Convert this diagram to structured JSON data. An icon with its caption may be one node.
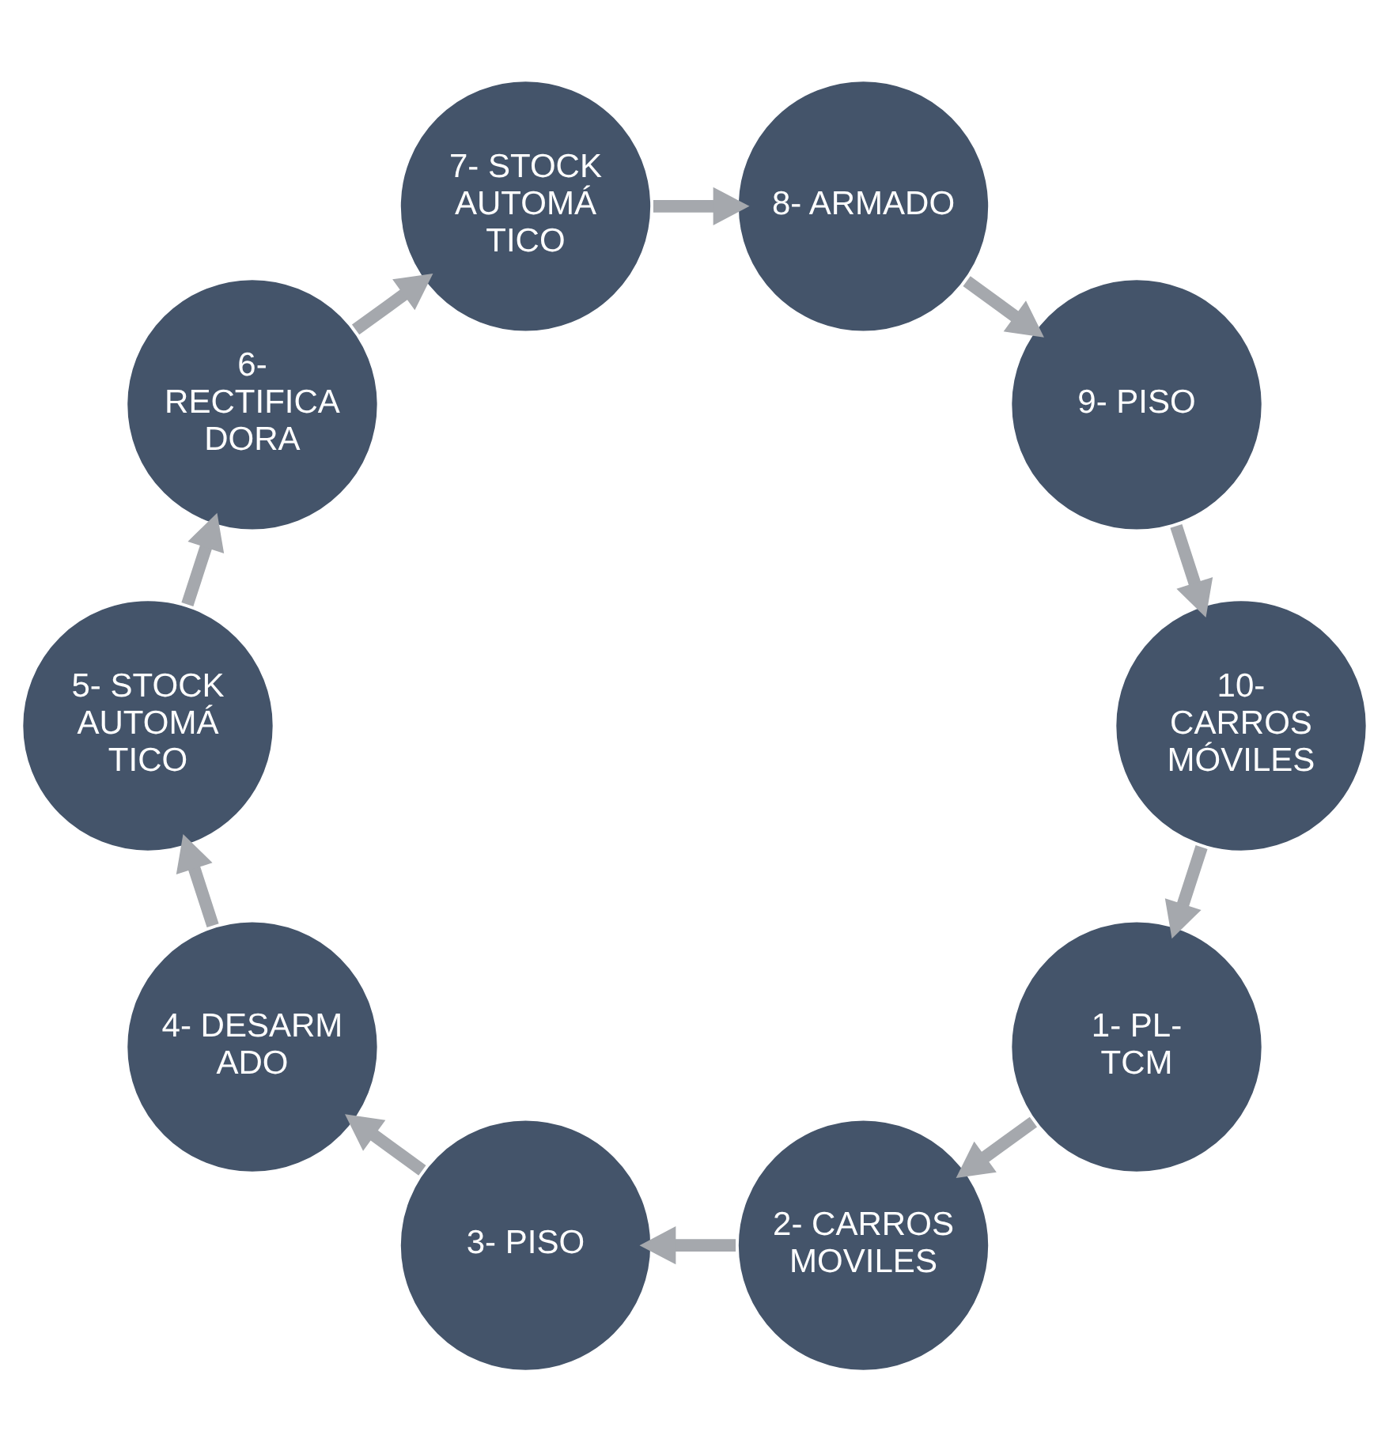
{
  "diagram": {
    "nodes": [
      {
        "text": [
          "1- PL- TCM"
        ]
      },
      {
        "text": [
          "2- CARROS MOVILES"
        ]
      },
      {
        "text": [
          "3- PISO"
        ]
      },
      {
        "text": [
          "4- DESARM ADO"
        ]
      },
      {
        "text": [
          "5- STOCK AUTOMÁ TICO"
        ]
      },
      {
        "text": [
          "6- RECTIFICA DORA"
        ]
      },
      {
        "text": [
          "7- STOCK AUTOMÁ TICO"
        ]
      },
      {
        "text": [
          "8- ARMADO"
        ]
      },
      {
        "text": [
          "9- PISO"
        ]
      },
      {
        "text": [
          "10- CARROS MÓVILES"
        ]
      }
    ],
    "edges": [
      {
        "from": 0,
        "to": 1,
        "arrow": "to"
      },
      {
        "from": 1,
        "to": 2,
        "arrow": "to"
      },
      {
        "from": 2,
        "to": 3,
        "arrow": "to"
      },
      {
        "from": 3,
        "to": 4,
        "arrow": "to"
      },
      {
        "from": 4,
        "to": 5,
        "arrow": "to"
      },
      {
        "from": 5,
        "to": 6,
        "arrow": "to"
      },
      {
        "from": 6,
        "to": 7,
        "arrow": "to"
      },
      {
        "from": 7,
        "to": 8,
        "arrow": "to"
      },
      {
        "from": 8,
        "to": 9,
        "arrow": "to"
      },
      {
        "from": 9,
        "to": 0,
        "arrow": "to"
      }
    ]
  }
}
